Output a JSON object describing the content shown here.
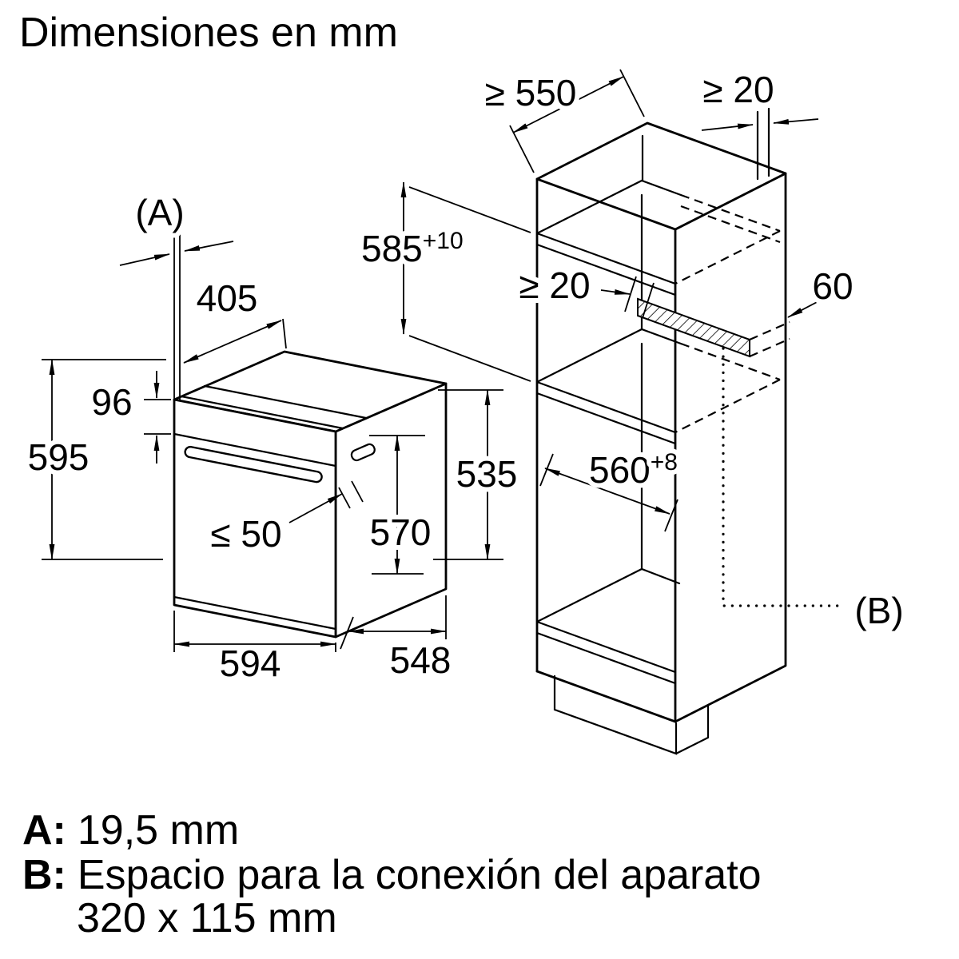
{
  "title": "Dimensiones en mm",
  "oven": {
    "marker": "(A)",
    "dims": {
      "top_depth": "405",
      "panel_height": "96",
      "height": "595",
      "handle_clearance": "≤ 50",
      "body_depth": "570",
      "casing_height": "535",
      "width": "594",
      "depth": "548"
    }
  },
  "cabinet": {
    "marker": "(B)",
    "dims": {
      "min_depth": "≥ 550",
      "top_rear_gap": "≥ 20",
      "niche_height": "585",
      "niche_height_tolerance": "+10",
      "rear_clearance": "≥ 20",
      "rear_strip_depth": "60",
      "niche_width": "560",
      "niche_width_tolerance": "+8"
    }
  },
  "legend": {
    "a_key": "A:",
    "a_value": "19,5 mm",
    "b_key": "B:",
    "b_value": "Espacio para la conexión del aparato",
    "b_value_line2": "320 x 115 mm"
  }
}
